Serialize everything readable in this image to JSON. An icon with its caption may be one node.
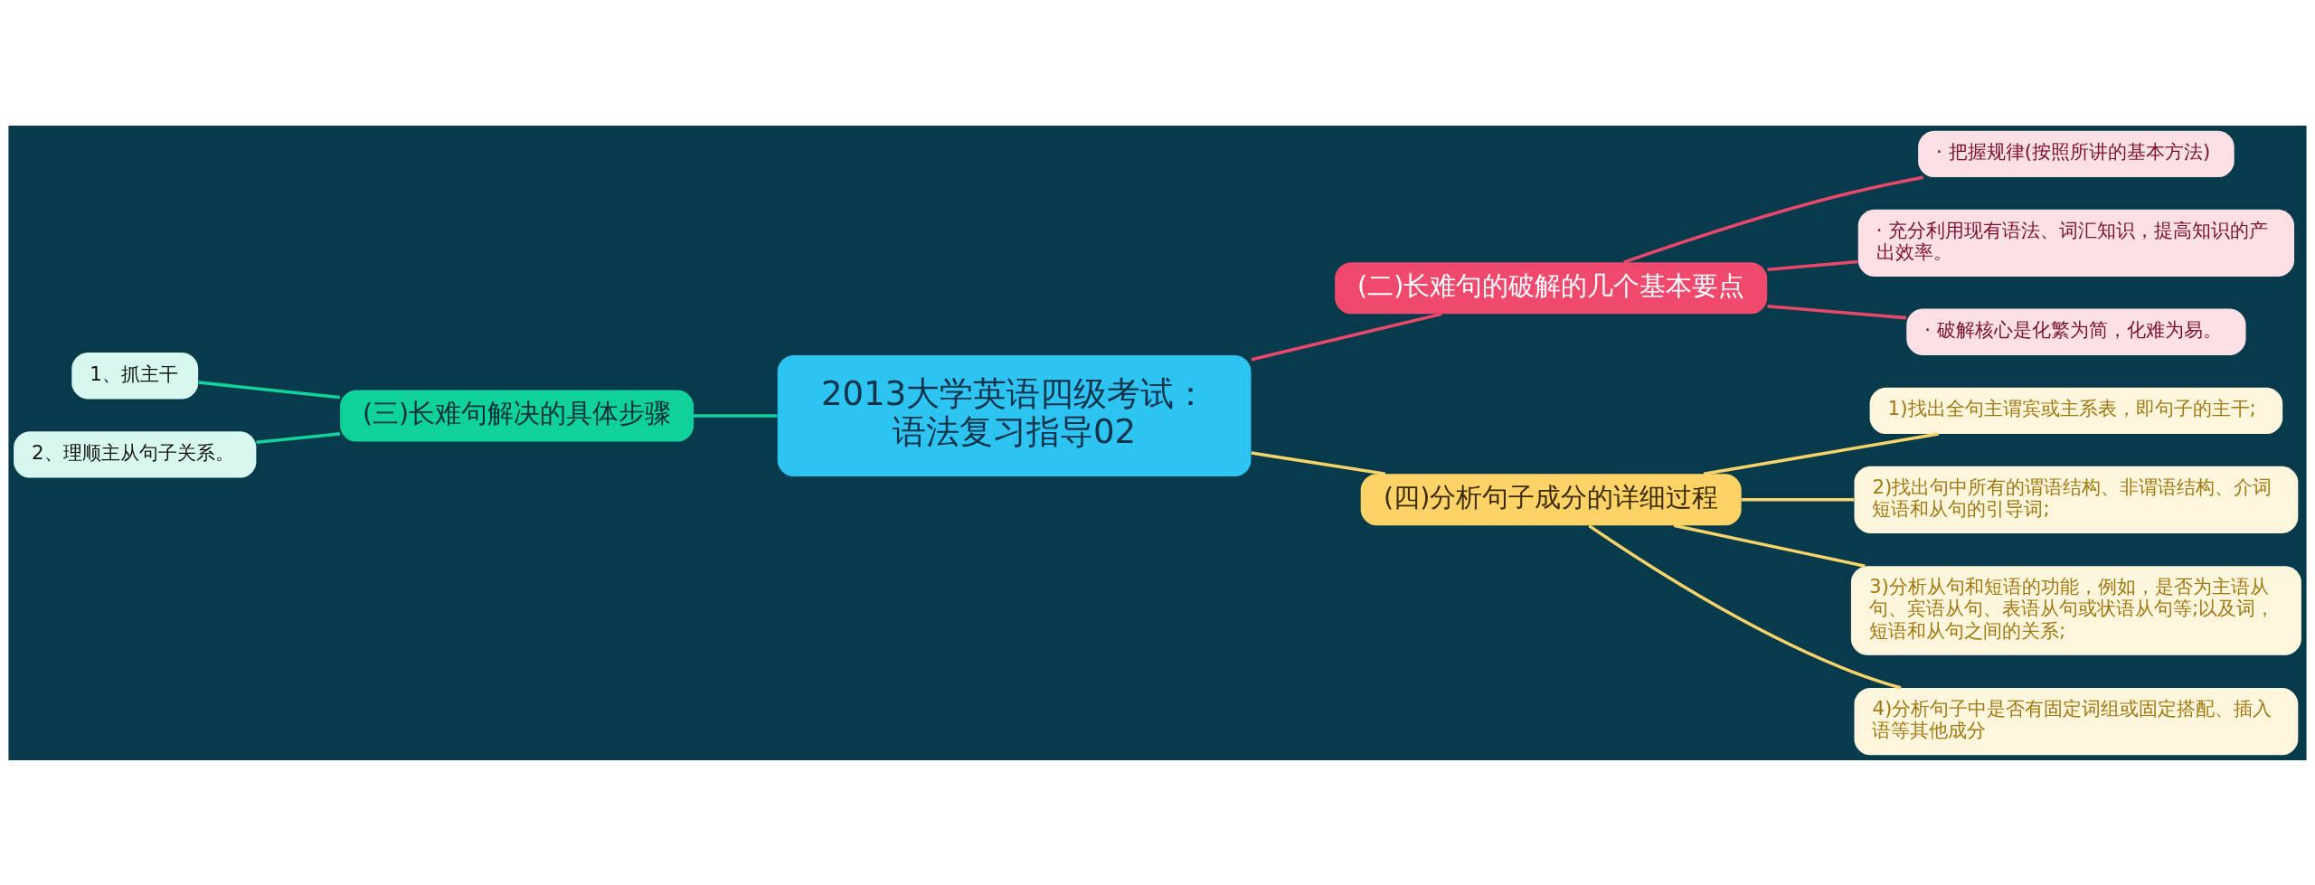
{
  "diagram": {
    "nodes": [
      {
        "text": [
          "2013大学英语四级考试：语法复习指导02"
        ]
      },
      {
        "text": [
          "(二)长难句的破解的几个基本要点"
        ]
      },
      {
        "text": [
          "· 把握规律(按照所讲的基本方法)"
        ]
      },
      {
        "text": [
          "· 充分利用现有语法、词汇知识，提高知识的产出效率。"
        ]
      },
      {
        "text": [
          "· 破解核心是化繁为简，化难为易。"
        ]
      },
      {
        "text": [
          "(三)长难句解决的具体步骤"
        ]
      },
      {
        "text": [
          "1、抓主干"
        ]
      },
      {
        "text": [
          "2、理顺主从句子关系。"
        ]
      },
      {
        "text": [
          "(四)分析句子成分的详细过程"
        ]
      },
      {
        "text": [
          "1)找出全句主谓宾或主系表，即句子的主干;"
        ]
      },
      {
        "text": [
          "2)找出句中所有的谓语结构、非谓语结构、介词短语和从句的引导词;"
        ]
      },
      {
        "text": [
          "3)分析从句和短语的功能，例如，是否为主语从句、宾语从句、表语从句或状语从句等;以及词，短语和从句之间的关系;"
        ]
      },
      {
        "text": [
          "4)分析句子中是否有固定词组或固定搭配、插入语等其他成分"
        ]
      }
    ],
    "edges": [
      {
        "from": 0,
        "to": 1,
        "arrow": "none",
        "color": "#e8486c"
      },
      {
        "from": 1,
        "to": 2,
        "arrow": "none",
        "color": "#e8486c"
      },
      {
        "from": 1,
        "to": 3,
        "arrow": "none",
        "color": "#e8486c"
      },
      {
        "from": 1,
        "to": 4,
        "arrow": "none",
        "color": "#e8486c"
      },
      {
        "from": 0,
        "to": 5,
        "arrow": "none",
        "color": "#12d39c"
      },
      {
        "from": 5,
        "to": 6,
        "arrow": "none",
        "color": "#12d39c"
      },
      {
        "from": 5,
        "to": 7,
        "arrow": "none",
        "color": "#12d39c"
      },
      {
        "from": 0,
        "to": 8,
        "arrow": "none",
        "color": "#f7d46a"
      },
      {
        "from": 8,
        "to": 9,
        "arrow": "none",
        "color": "#f7d46a"
      },
      {
        "from": 8,
        "to": 10,
        "arrow": "none",
        "color": "#f7d46a"
      },
      {
        "from": 8,
        "to": 11,
        "arrow": "none",
        "color": "#f7d46a"
      },
      {
        "from": 8,
        "to": 12,
        "arrow": "none",
        "color": "#f7d46a"
      }
    ]
  }
}
